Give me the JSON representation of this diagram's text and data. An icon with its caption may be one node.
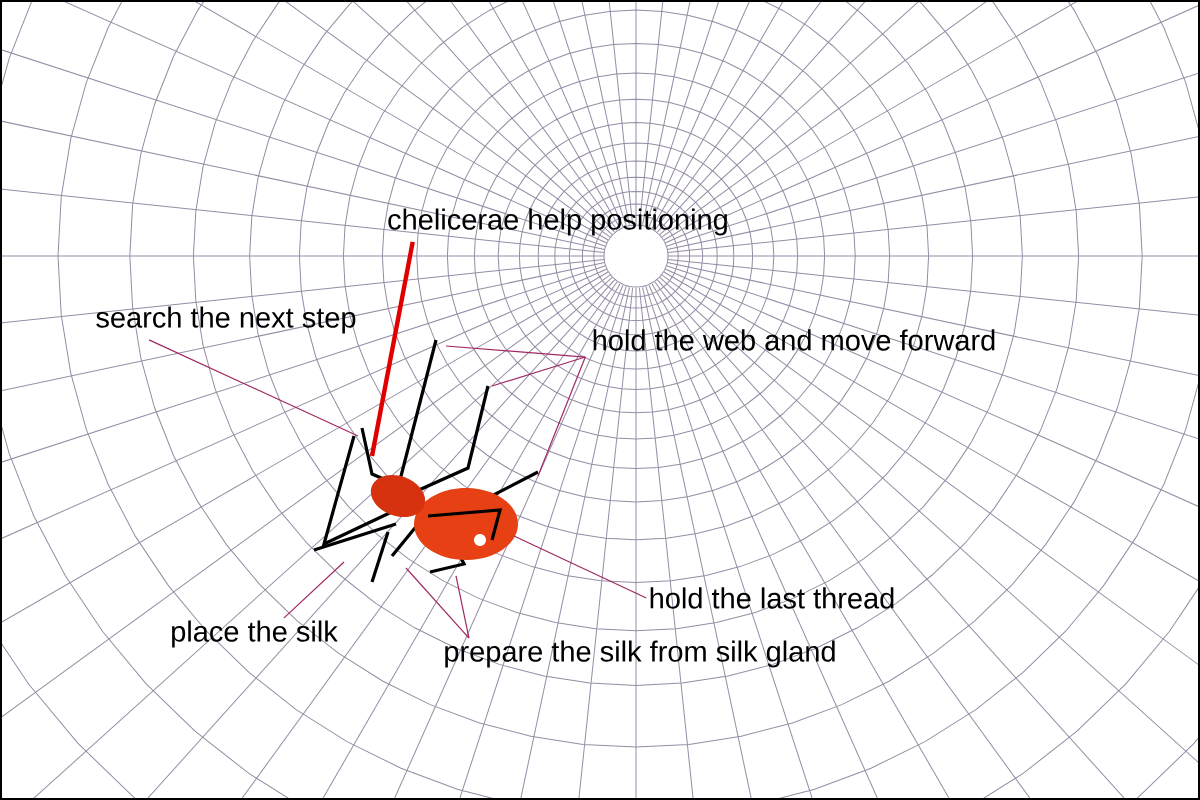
{
  "diagram": {
    "nodes": [
      {
        "text": [
          "chelicerae help positioning"
        ]
      },
      {
        "text": [
          "search the next step"
        ]
      },
      {
        "text": [
          "hold the web and move forward"
        ]
      },
      {
        "text": [
          "place the silk"
        ]
      },
      {
        "text": [
          "prepare the silk from silk gland"
        ]
      },
      {
        "text": [
          "hold the last thread"
        ]
      },
      {
        "text": [],
        "shape": "picture"
      }
    ],
    "edges": [
      {
        "from": 0,
        "to": 6,
        "arrow": "none",
        "style": "thick",
        "color": "#e00000"
      },
      {
        "from": 1,
        "to": 6,
        "arrow": "none"
      },
      {
        "from": 2,
        "to": 6,
        "arrow": "none"
      },
      {
        "from": 2,
        "to": 6,
        "arrow": "none"
      },
      {
        "from": 2,
        "to": 6,
        "arrow": "none"
      },
      {
        "from": 3,
        "to": 6,
        "arrow": "none"
      },
      {
        "from": 4,
        "to": 6,
        "arrow": "none"
      },
      {
        "from": 4,
        "to": 6,
        "arrow": "none"
      },
      {
        "from": 5,
        "to": 6,
        "arrow": "none"
      }
    ]
  }
}
